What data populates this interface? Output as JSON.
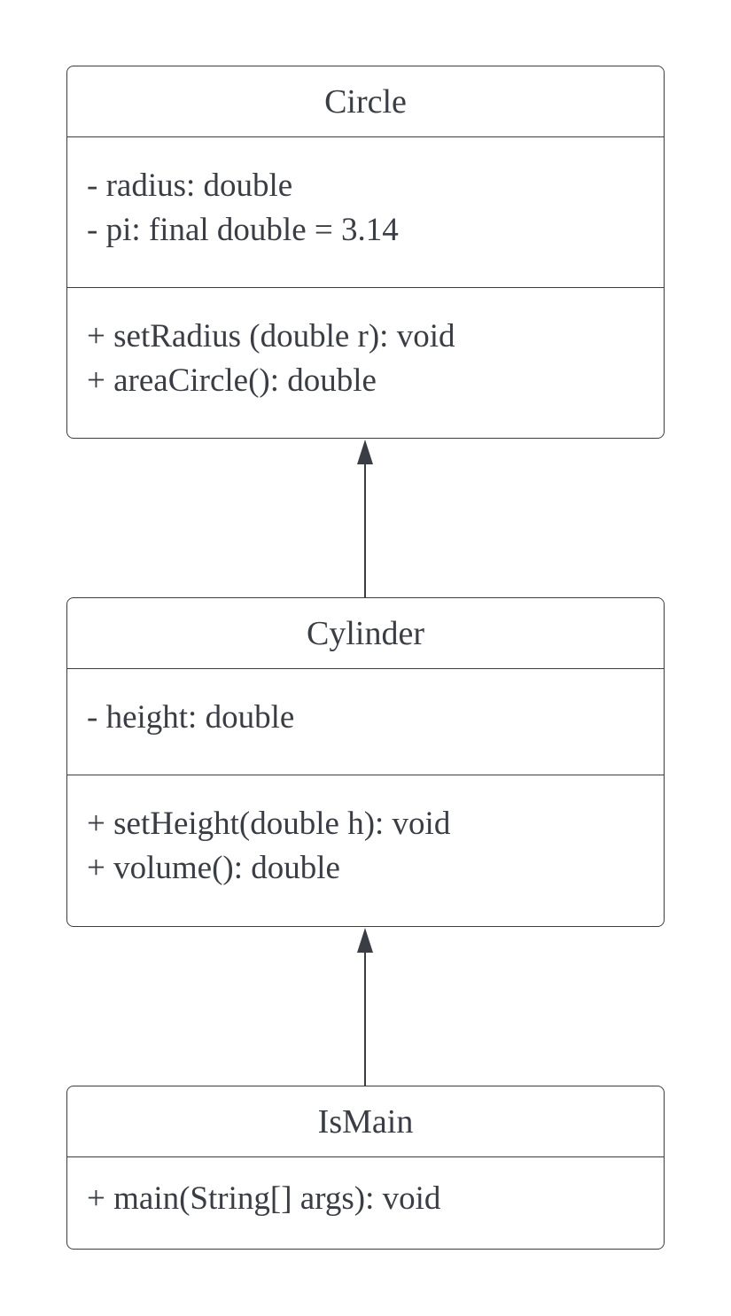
{
  "classes": {
    "circle": {
      "name": "Circle",
      "attributes": [
        "- radius: double",
        "- pi: final double = 3.14"
      ],
      "operations": [
        "+ setRadius (double r): void",
        "+ areaCircle(): double"
      ]
    },
    "cylinder": {
      "name": "Cylinder",
      "attributes": [
        "- height: double"
      ],
      "operations": [
        "+ setHeight(double h): void",
        "+ volume(): double"
      ]
    },
    "ismain": {
      "name": "IsMain",
      "operations": [
        "+ main(String[] args): void"
      ]
    }
  },
  "relationships": [
    {
      "from": "Cylinder",
      "to": "Circle",
      "type": "inheritance"
    },
    {
      "from": "IsMain",
      "to": "Cylinder",
      "type": "inheritance"
    }
  ],
  "colors": {
    "line": "#3a3d44",
    "text": "#3a3d44",
    "background": "#ffffff"
  }
}
